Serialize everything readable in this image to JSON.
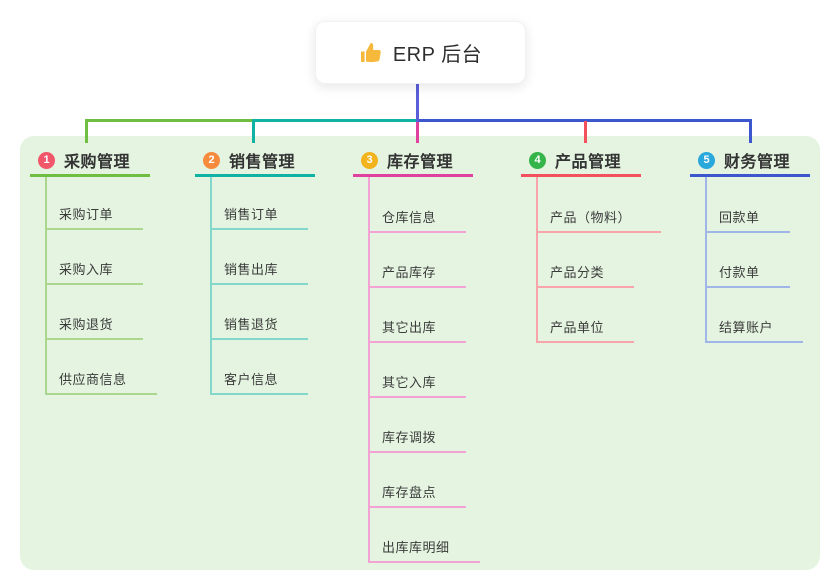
{
  "root": {
    "label": "ERP 后台",
    "icon": "thumbs-up-icon"
  },
  "panel": {
    "background": "#e4f4e0"
  },
  "connectors": {
    "root_line_color": "#5a5ed8"
  },
  "branches": [
    {
      "index": "1",
      "label": "采购管理",
      "badge_color": "#f2566a",
      "line_color": "#6fbe42",
      "tint_color": "#abd68d",
      "children": [
        "采购订单",
        "采购入库",
        "采购退货",
        "供应商信息"
      ]
    },
    {
      "index": "2",
      "label": "销售管理",
      "badge_color": "#f68b3d",
      "line_color": "#0fb2a3",
      "tint_color": "#83d7cb",
      "children": [
        "销售订单",
        "销售出库",
        "销售退货",
        "客户信息"
      ]
    },
    {
      "index": "3",
      "label": "库存管理",
      "badge_color": "#f2b31c",
      "line_color": "#e0419e",
      "tint_color": "#f2a3d4",
      "children": [
        "仓库信息",
        "产品库存",
        "其它出库",
        "其它入库",
        "库存调拨",
        "库存盘点",
        "出库库明细"
      ]
    },
    {
      "index": "4",
      "label": "产品管理",
      "badge_color": "#35b44a",
      "line_color": "#f4515f",
      "tint_color": "#f8a4aa",
      "children": [
        "产品（物料）",
        "产品分类",
        "产品单位"
      ]
    },
    {
      "index": "5",
      "label": "财务管理",
      "badge_color": "#29a8dc",
      "line_color": "#3c57cd",
      "tint_color": "#a0b5e8",
      "children": [
        "回款单",
        "付款单",
        "结算账户"
      ]
    }
  ]
}
